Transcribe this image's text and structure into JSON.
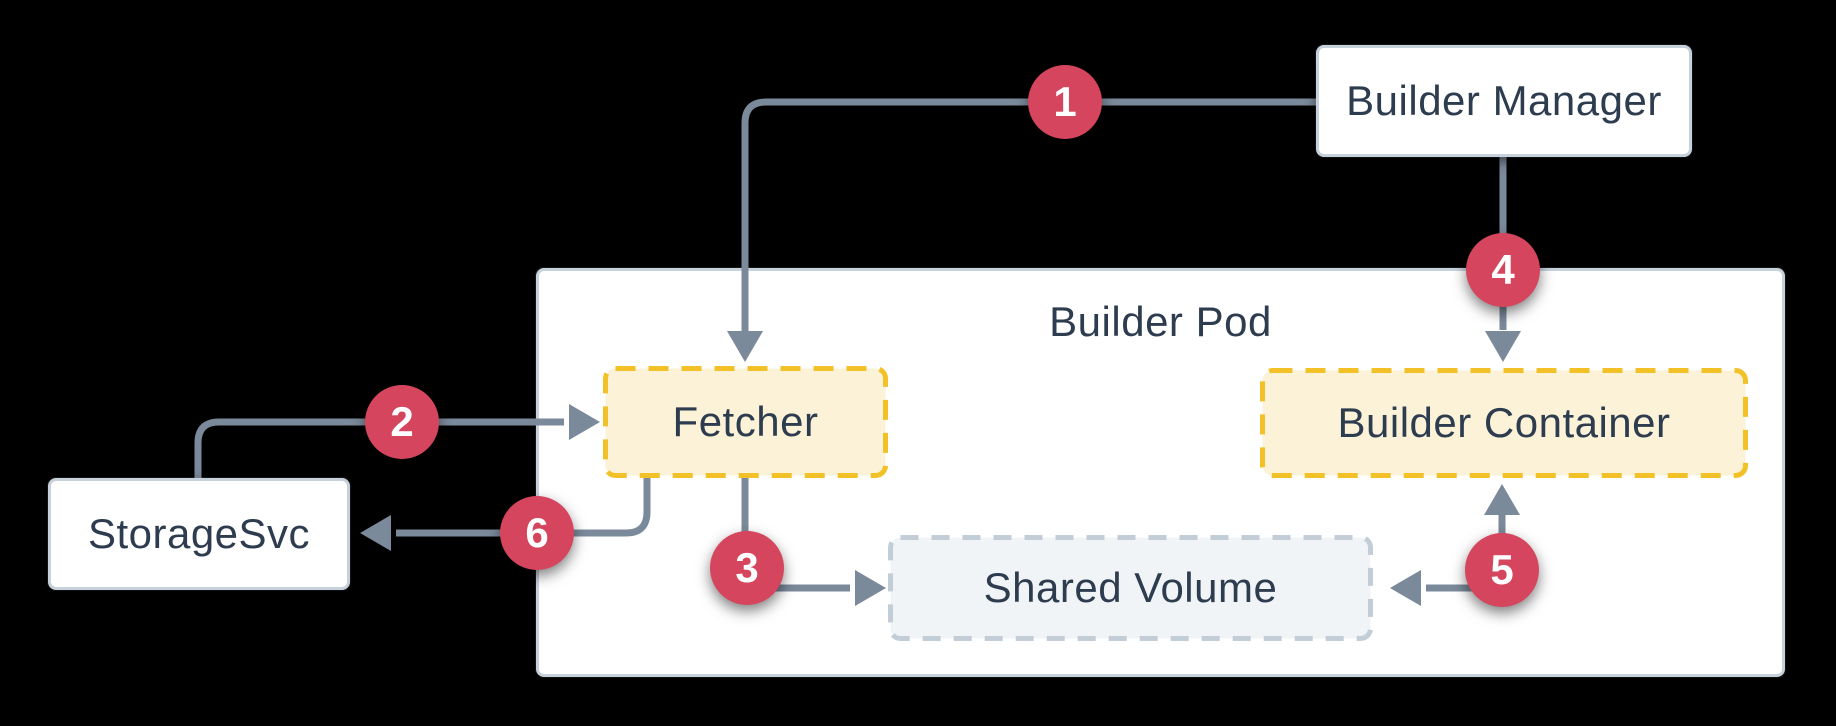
{
  "diagram": {
    "background": "#000000",
    "nodes": [
      {
        "id": "builder-manager",
        "label": "Builder Manager",
        "style": "solid-white"
      },
      {
        "id": "storage-svc",
        "label": "StorageSvc",
        "style": "solid-white"
      },
      {
        "id": "builder-pod",
        "label": "Builder Pod",
        "style": "group-container"
      },
      {
        "id": "fetcher",
        "label": "Fetcher",
        "style": "dashed-yellow"
      },
      {
        "id": "builder-container",
        "label": "Builder Container",
        "style": "dashed-yellow"
      },
      {
        "id": "shared-volume",
        "label": "Shared Volume",
        "style": "dashed-gray"
      }
    ],
    "steps": [
      {
        "number": "1",
        "connects": [
          "builder-manager",
          "fetcher"
        ]
      },
      {
        "number": "2",
        "connects": [
          "storage-svc",
          "fetcher"
        ]
      },
      {
        "number": "3",
        "connects": [
          "fetcher",
          "shared-volume"
        ]
      },
      {
        "number": "4",
        "connects": [
          "builder-manager",
          "builder-container"
        ]
      },
      {
        "number": "5",
        "connects": [
          "shared-volume",
          "builder-container"
        ]
      },
      {
        "number": "6",
        "connects": [
          "fetcher",
          "storage-svc"
        ]
      }
    ],
    "colors": {
      "badge": "#d5455e",
      "badge_text": "#ffffff",
      "connector": "#7b8a9b",
      "node_text": "#2d3c4e",
      "solid_box_fill": "#ffffff",
      "solid_box_border": "#c6d1dc",
      "yellow_fill": "#fbf2d8",
      "yellow_border": "#f2c127",
      "volume_fill": "#f0f4f7",
      "volume_border": "#c3cdd7"
    }
  }
}
